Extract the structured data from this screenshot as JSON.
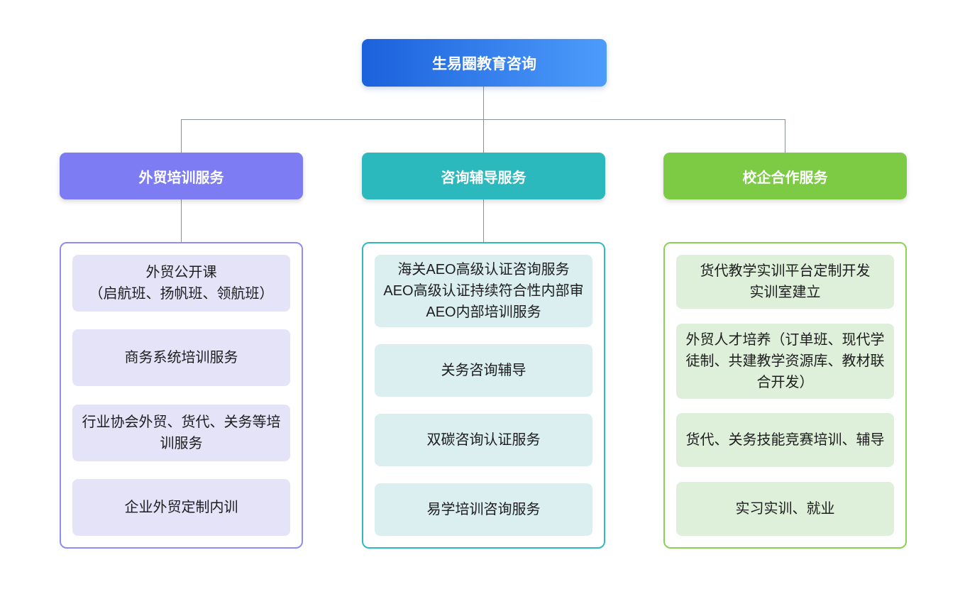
{
  "diagram": {
    "root": {
      "label": "生易圈教育咨询",
      "gradient_start": "#1b61dc",
      "gradient_end": "#4d9cfb"
    },
    "connector_color": "#8a909a",
    "branches": [
      {
        "label": "外贸培训服务",
        "header_color": "#7d7cf2",
        "border_color": "#8e8df3",
        "item_bg": "#e5e3f8",
        "items": [
          "外贸公开课\n（启航班、扬帆班、领航班）",
          "商务系统培训服务",
          "行业协会外贸、货代、关务等培训服务",
          "企业外贸定制内训"
        ]
      },
      {
        "label": "咨询辅导服务",
        "header_color": "#2cb9be",
        "border_color": "#2fbabf",
        "item_bg": "#dbeef0",
        "items": [
          "海关AEO高级认证咨询服务\nAEO高级认证持续符合性内部审\nAEO内部培训服务",
          "关务咨询辅导",
          "双碳咨询认证服务",
          "易学培训咨询服务"
        ]
      },
      {
        "label": "校企合作服务",
        "header_color": "#7dca45",
        "border_color": "#8bd254",
        "item_bg": "#def0d9",
        "items": [
          "货代教学实训平台定制开发\n实训室建立",
          "外贸人才培养（订单班、现代学徒制、共建教学资源库、教材联合开发）",
          "货代、关务技能竞赛培训、辅导",
          "实习实训、就业"
        ]
      }
    ]
  }
}
